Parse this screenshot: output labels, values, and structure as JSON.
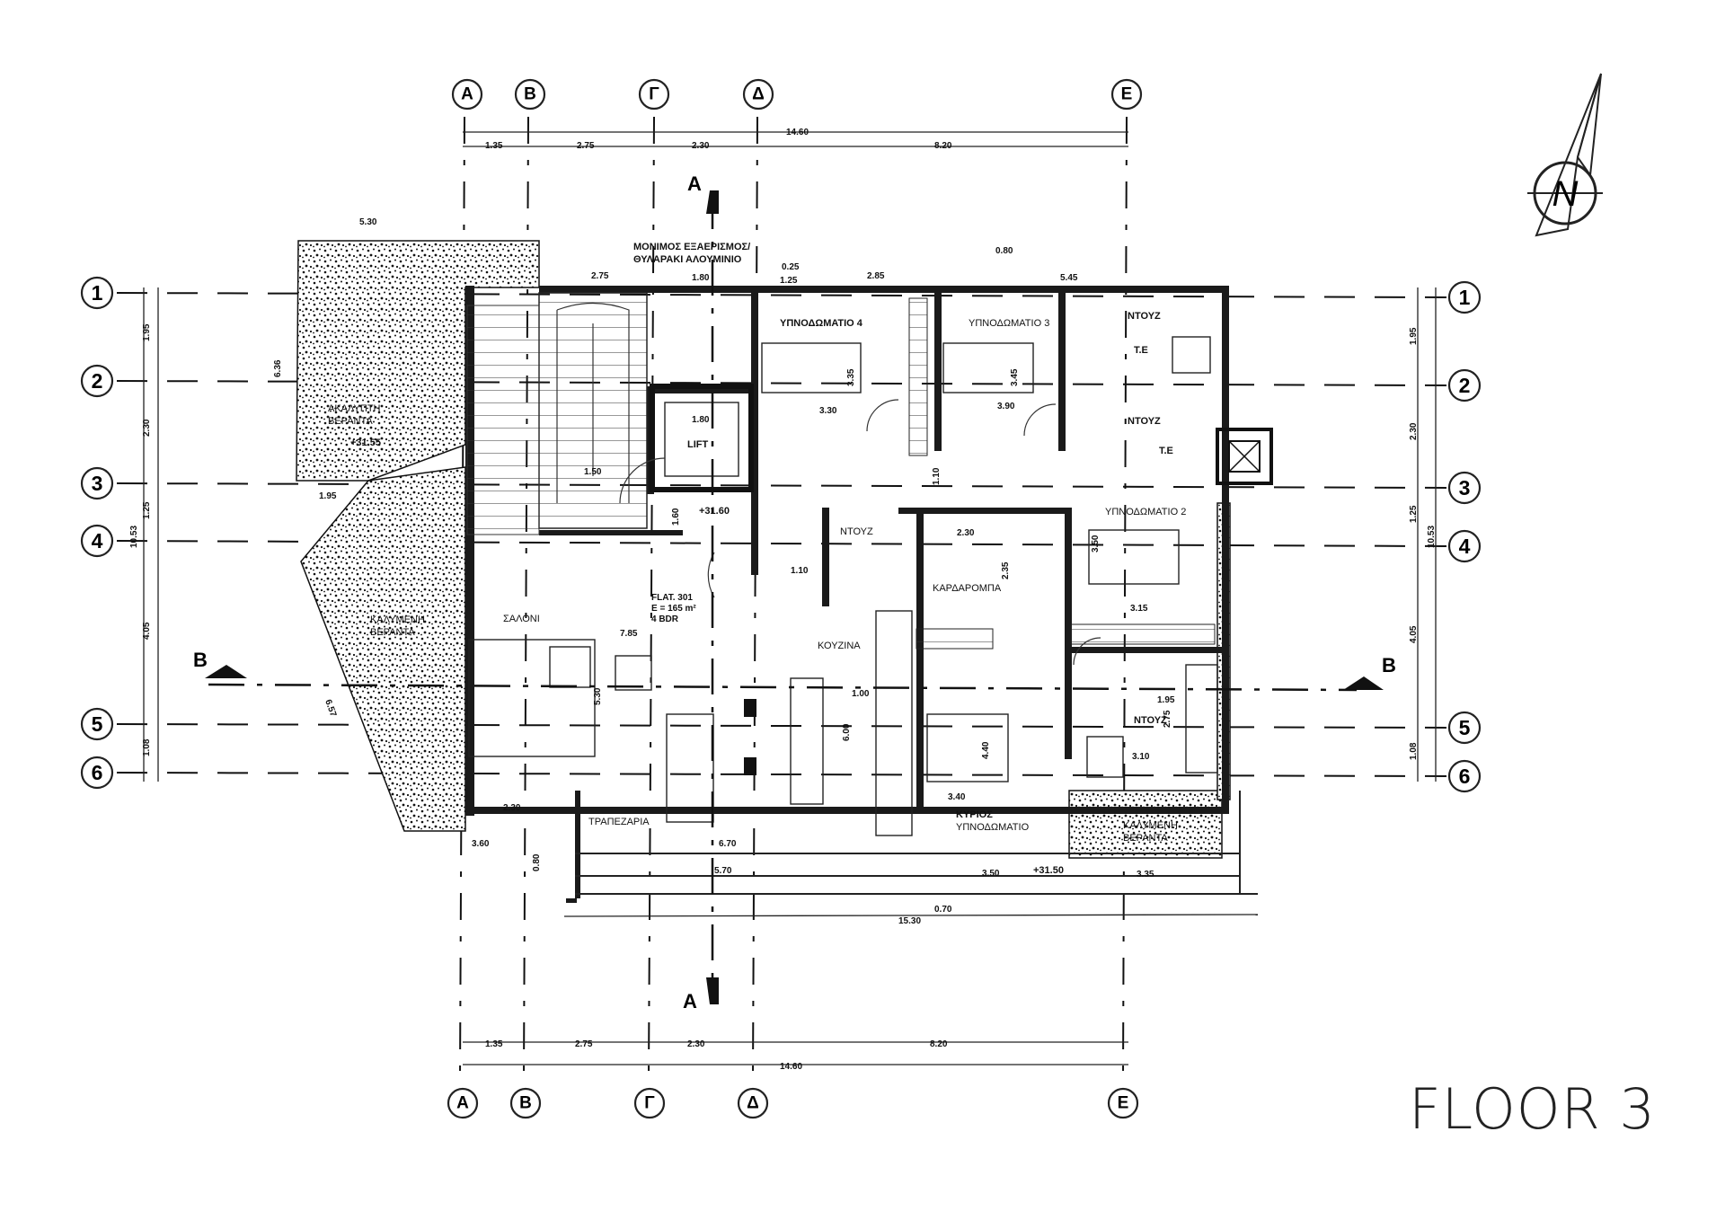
{
  "floor_label": "FLOOR 3",
  "north_label": "N",
  "grid_columns": [
    "A",
    "B",
    "Γ",
    "Δ",
    "E"
  ],
  "grid_rows": [
    "1",
    "2",
    "3",
    "4",
    "5",
    "6"
  ],
  "section_marks": {
    "a": "A",
    "b": "B"
  },
  "dimensions_top": {
    "total": "14.60",
    "seg1": "1.35",
    "seg2": "2.75",
    "seg3": "2.30",
    "seg4": "8.20"
  },
  "dimensions_bottom": {
    "total": "14.60",
    "seg1": "1.35",
    "seg2": "2.75",
    "seg3": "2.30",
    "seg4": "8.20",
    "overall": "15.30"
  },
  "dimensions_left": {
    "d1": "1.95",
    "d2": "2.30",
    "d3": "1.25",
    "d4": "4.05",
    "d5": "1.08",
    "total": "10.53"
  },
  "dimensions_right": {
    "d1": "1.95",
    "d2": "2.30",
    "d3": "1.25",
    "d4": "4.05",
    "d5": "1.08",
    "total": "10.53"
  },
  "rooms": {
    "bedroom4": "ΥΠΝΟΔΩΜΑΤΙΟ 4",
    "bedroom3": "ΥΠΝΟΔΩΜΑΤΙΟ 3",
    "bedroom2": "ΥΠΝΟΔΩΜΑΤΙΟ 2",
    "master_line1": "ΚΥΡΙΟΣ",
    "master_line2": "ΥΠΝΟΔΩΜΑΤΙΟ",
    "living": "ΣΑΛΟΝΙ",
    "dining": "ΤΡΑΠΕΖΑΡΙΑ",
    "kitchen": "ΚΟΥΖΙΝΑ",
    "wardrobe": "ΚΑΡΔΑΡΟΜΠΑ",
    "shower1": "ΝΤΟΥΖ",
    "shower2": "ΝΤΟΥΖ",
    "shower3": "ΝΤΟΥΖ",
    "shower4": "ΝΤΟΥΖ",
    "lift": "LIFT",
    "veranda_cov_line1": "ΚΑΛΥΜΕΝΗ",
    "veranda_cov_line2": "ΒΕΡΑΝΤΑ",
    "veranda_cov2_line1": "ΚΑΛΥΜΕΝΗ",
    "veranda_cov2_line2": "ΒΕΡΑΝΤΑ",
    "veranda_open_line1": "ΑΚΑΛΥΠΤΗ",
    "veranda_open_line2": "ΒΕΡΑΝΤΑ",
    "ventilation_line1": "ΜΟΝΙΜΟΣ ΕΞΑΕΡΙΣΜΟΣ/",
    "ventilation_line2": "ΘΥΛΑΡΑΚΙ ΑΛΟΥΜΙΝΙΟ",
    "te1": "T.E",
    "te2": "T.E",
    "flat_line1": "FLAT. 301",
    "flat_line2": "E = 165 m²",
    "flat_line3": "4 BDR",
    "level1": "+31.60",
    "level2": "+31.55",
    "level3": "+31.50"
  },
  "room_dims": {
    "b4w": "3.30",
    "b4h": "3.35",
    "b3w": "3.90",
    "b3h": "3.45",
    "b2w": "3.15",
    "b2h": "3.50",
    "mw": "3.40",
    "mh": "4.40",
    "living_w": "7.85",
    "living_h": "5.30",
    "kitchen": "1.00",
    "kit_h": "6.00",
    "ward_w": "2.30",
    "ward_h": "2.35",
    "lift_w": "1.80",
    "stair": "1.50",
    "corr": "1.10",
    "hall": "1.60",
    "top_a": "2.75",
    "top_b": "1.80",
    "top_c": "0.25",
    "top_d": "1.25",
    "top_e": "2.85",
    "top_f": "0.80",
    "top_g": "5.45",
    "bot_a": "6.70",
    "bot_b": "5.70",
    "bot_c": "3.50",
    "bot_d": "3.35",
    "bot_e": "3.60",
    "bot_f": "0.80",
    "bot_g": "0.70",
    "bot_h": "2.30",
    "ver_w": "5.30",
    "ver_h": "6.36",
    "ver_d": "1.95",
    "diag": "6.57",
    "shw_w": "1.95",
    "shw_h": "2.75",
    "shw2": "3.10"
  }
}
